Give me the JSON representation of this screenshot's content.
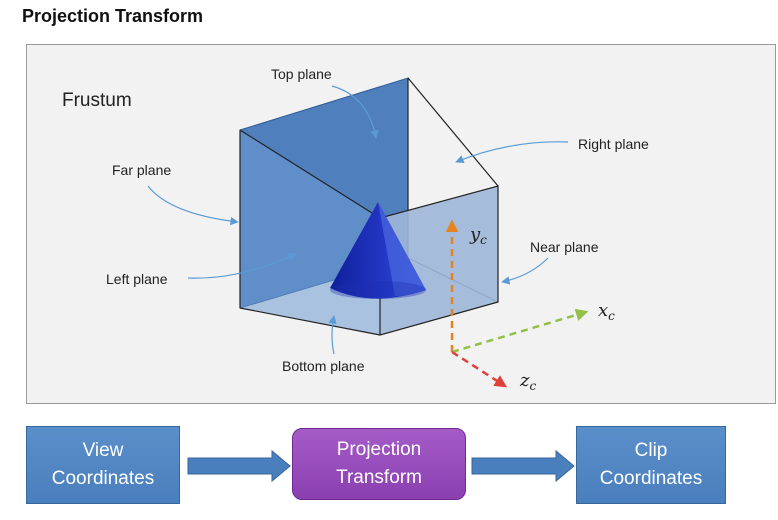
{
  "title": "Projection Transform",
  "frustum": {
    "heading": "Frustum",
    "labels": {
      "top_plane": "Top plane",
      "right_plane": "Right plane",
      "far_plane": "Far plane",
      "near_plane": "Near plane",
      "left_plane": "Left plane",
      "bottom_plane": "Bottom plane"
    },
    "axes": {
      "y": "y",
      "y_sub": "c",
      "x": "x",
      "x_sub": "c",
      "z": "z",
      "z_sub": "c"
    },
    "colors": {
      "plane_blue": "#4f7fbd",
      "near_plane": "#9db6d8",
      "cone": "#1c2fb0",
      "y_axis": "#e8821e",
      "x_axis": "#93c047",
      "z_axis": "#e0403a"
    }
  },
  "flow": {
    "view": "View\nCoordinates",
    "projection": "Projection\nTransform",
    "clip": "Clip\nCoordinates"
  }
}
